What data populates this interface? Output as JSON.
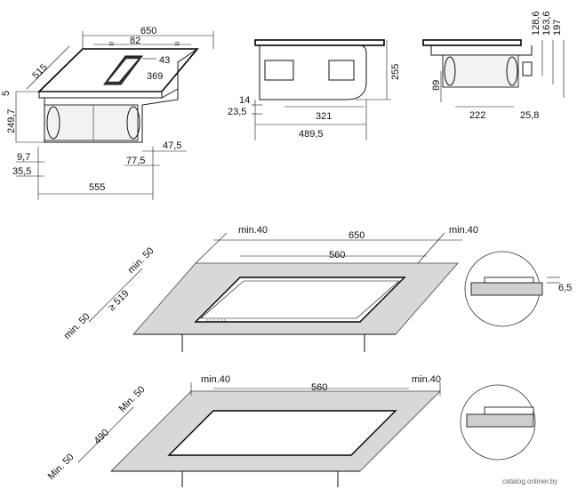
{
  "dims": {
    "top_width": "650",
    "equal_left": "=",
    "equal_right": "=",
    "vent_width": "82",
    "depth": "515",
    "vent_offset": "43",
    "vent_depth": "369",
    "height_left": "249,7",
    "edge_5": "5",
    "foot_9_7": "9,7",
    "foot_35_5": "35,5",
    "width_555": "555",
    "side_47_5": "47,5",
    "side_77_5": "77,5",
    "front_255": "255",
    "front_14": "14",
    "front_23_5": "23,5",
    "front_321": "321",
    "front_489_5": "489,5",
    "side_128_6": "128,6",
    "side_163_6": "163,6",
    "side_197": "197",
    "side_89": "89",
    "side_222": "222",
    "side_25_8": "25,8",
    "cut1_min40_left": "min.40",
    "cut1_min40_right": "min.40",
    "cut1_650": "650",
    "cut1_560": "560",
    "cut1_min50_top": "min. 50",
    "cut1_519": "≥ 519",
    "cut1_min50_left": "min. 50",
    "cut1_detail": "6,5",
    "cut2_min40_left": "min.40",
    "cut2_min40_right": "min.40",
    "cut2_560": "560",
    "cut2_min50_top": "Min. 50",
    "cut2_490": "490",
    "cut2_min50_left": "Min. 50"
  },
  "watermark": "catalog.onliner.by"
}
